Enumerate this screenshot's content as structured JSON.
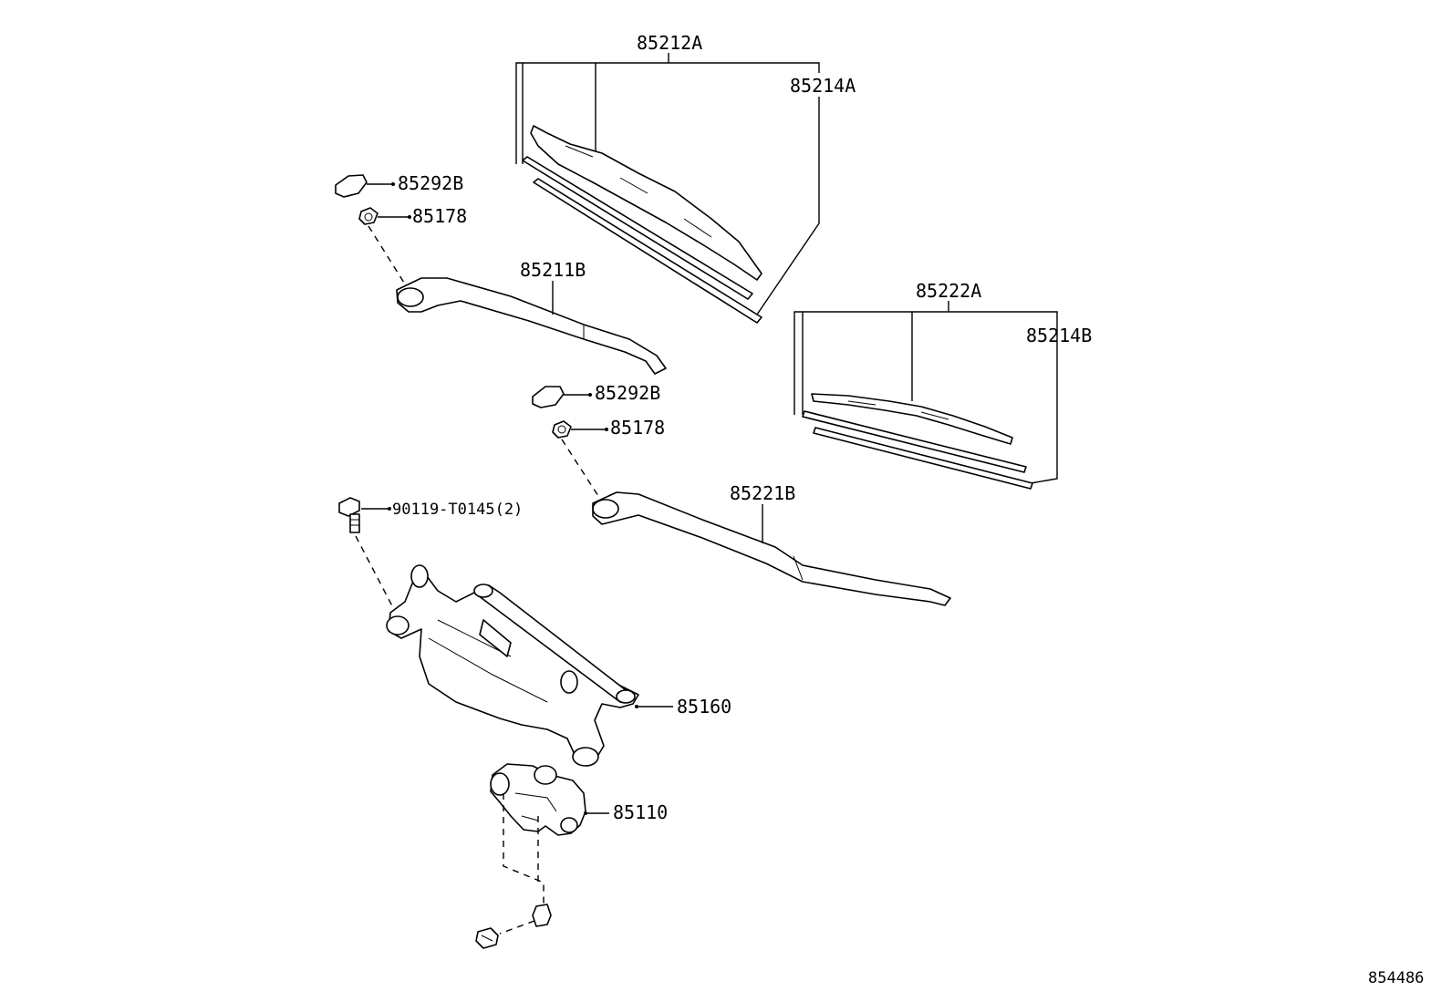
{
  "labels": {
    "blade_front": "85212A",
    "rubber_front": "85214A",
    "cap_left": "85292B",
    "nut_left": "85178",
    "arm_front": "85211B",
    "blade_rear": "85222A",
    "rubber_rear": "85214B",
    "cap_right": "85292B",
    "nut_right": "85178",
    "arm_rear": "85221B",
    "bolt": "90119-T0145(2)",
    "link": "85160",
    "motor": "85110",
    "diagram_id": "854486"
  }
}
